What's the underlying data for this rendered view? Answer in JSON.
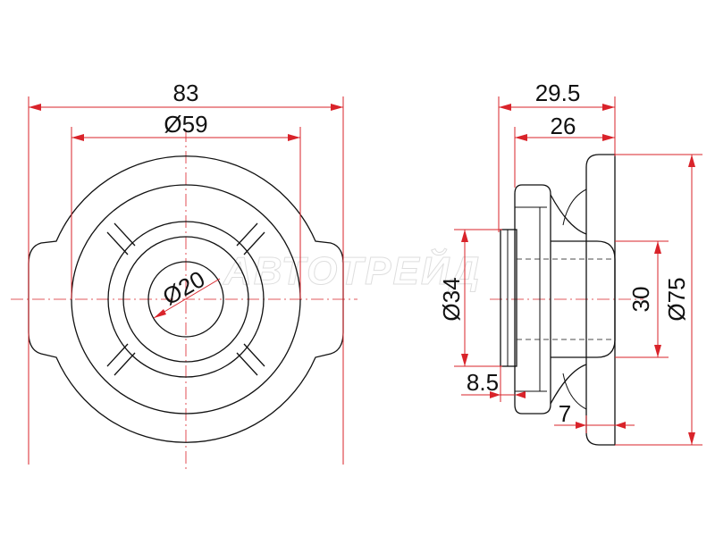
{
  "watermark": "АВТОТРЕЙД",
  "dimensions": {
    "front_overall_width": "83",
    "front_diameter_59": "Ø59",
    "front_inner_diameter": "Ø20",
    "side_total_length": "29.5",
    "side_body_length": "26",
    "side_hub_diameter": "Ø34",
    "side_bore": "30",
    "side_flange_diameter": "Ø75",
    "side_step": "8.5",
    "side_flange_thickness": "7"
  },
  "colors": {
    "dimension_lines": "#d9232a",
    "outline": "#111111"
  }
}
